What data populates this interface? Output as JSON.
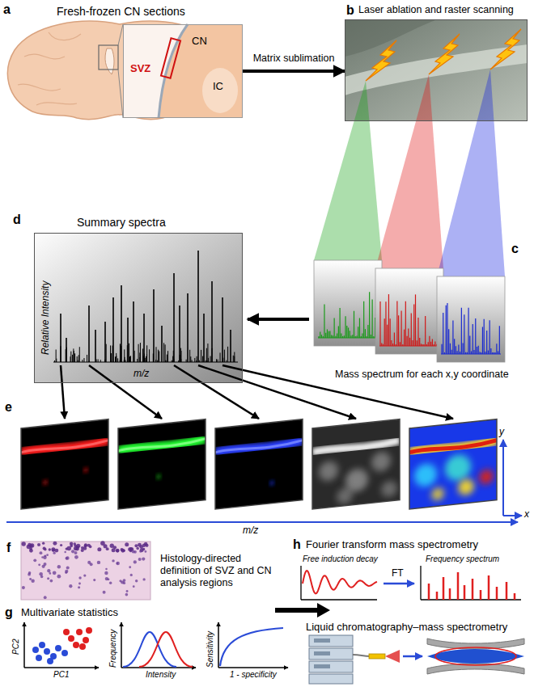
{
  "diagram": {
    "nodes": [
      {
        "text": [
          "CN",
          "SVZ",
          "IC"
        ]
      },
      {
        "text": [
          "Laser ablation and raster scanning"
        ]
      },
      {
        "text": [
          "Summary spectra",
          "Relative Intensity",
          "m/z"
        ]
      }
    ],
    "edges": [
      {
        "from": 0,
        "to": 1,
        "label": "Matrix sublimation",
        "arrow": "to"
      }
    ],
    "labels": [
      "a",
      "Fresh-frozen CN sections",
      "b",
      "c",
      "Mass spectrum for each x,y coordinate",
      "d",
      "e",
      "m/z",
      "y",
      "x",
      "f",
      "Histology-directed definition of SVZ and CN analysis regions",
      "g",
      "Multivariate statistics",
      "PC2",
      "PC1",
      "Frequency",
      "Intensity",
      "Sensitivity",
      "1 - specificity",
      "h",
      "Fourier transform mass spectrometry",
      "Free induction decay",
      "FT",
      "Frequency spectrum",
      "Liquid chromatography–mass spectrometry"
    ]
  }
}
